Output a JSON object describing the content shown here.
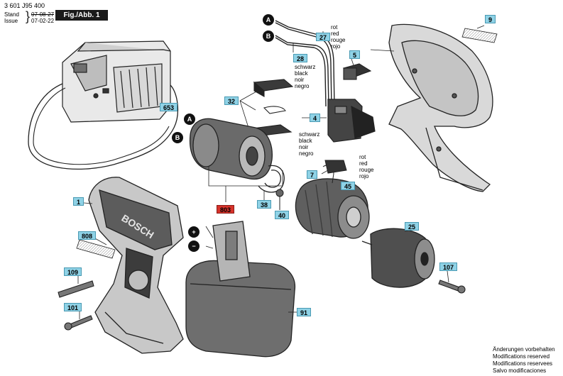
{
  "header": {
    "doc_number": "3 601 J95 400",
    "stand_label": "Stand",
    "stand_date": "07-08-27",
    "issue_label": "Issue",
    "issue_date": "07-02-22",
    "figure_label": "Fig./Abb. 1"
  },
  "connectors": {
    "a": "A",
    "b": "B"
  },
  "polarity": {
    "plus": "+",
    "minus": "−"
  },
  "parts": [
    {
      "id": "p9",
      "label": "9"
    },
    {
      "id": "p27",
      "label": "27"
    },
    {
      "id": "p28",
      "label": "28"
    },
    {
      "id": "p5",
      "label": "5"
    },
    {
      "id": "p653",
      "label": "653"
    },
    {
      "id": "p32",
      "label": "32"
    },
    {
      "id": "p4",
      "label": "4"
    },
    {
      "id": "p7",
      "label": "7"
    },
    {
      "id": "p45",
      "label": "45"
    },
    {
      "id": "p1",
      "label": "1"
    },
    {
      "id": "p803",
      "label": "803"
    },
    {
      "id": "p38",
      "label": "38"
    },
    {
      "id": "p40",
      "label": "40"
    },
    {
      "id": "p25",
      "label": "25"
    },
    {
      "id": "p808",
      "label": "808"
    },
    {
      "id": "p107",
      "label": "107"
    },
    {
      "id": "p109",
      "label": "109"
    },
    {
      "id": "p101",
      "label": "101"
    },
    {
      "id": "p91",
      "label": "91"
    }
  ],
  "wire_labels": {
    "red_wire": [
      "rot",
      "red",
      "rouge",
      "rojo"
    ],
    "black_wire": [
      "schwarz",
      "black",
      "noir",
      "negro"
    ],
    "black_wire_2": [
      "schwarz",
      "black",
      "noir",
      "negro"
    ],
    "red_wire_2": [
      "rot",
      "red",
      "rouge",
      "rojo"
    ]
  },
  "brand": "BOSCH",
  "footer_notes": [
    "Änderungen vorbehalten",
    "Modifications reserved",
    "Modifications reservees",
    "Salvo modificaciones"
  ]
}
